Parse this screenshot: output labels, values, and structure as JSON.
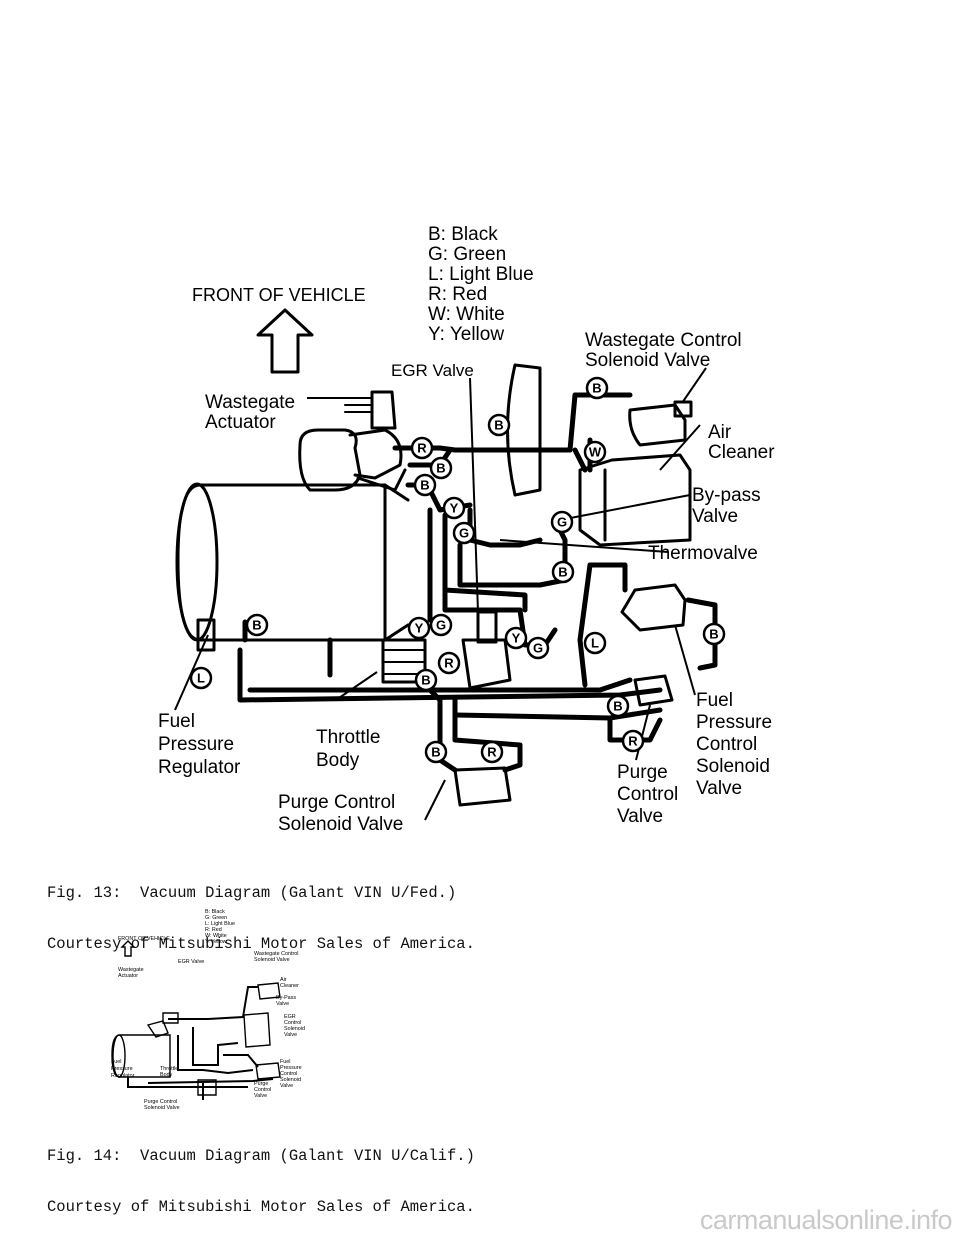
{
  "fig13": {
    "front_label": "FRONT OF VEHICLE",
    "legend": [
      "B: Black",
      "G: Green",
      "L: Light Blue",
      "R: Red",
      "W: White",
      "Y: Yellow"
    ],
    "labels": {
      "egr_valve": "EGR Valve",
      "wastegate_control_l1": "Wastegate Control",
      "wastegate_control_l2": "Solenoid Valve",
      "wastegate_actuator_l1": "Wastegate",
      "wastegate_actuator_l2": "Actuator",
      "air_cleaner_l1": "Air",
      "air_cleaner_l2": "Cleaner",
      "bypass_valve_l1": "By-pass",
      "bypass_valve_l2": "Valve",
      "thermovalve": "Thermovalve",
      "fuel_pressure_regulator_l1": "Fuel",
      "fuel_pressure_regulator_l2": "Pressure",
      "fuel_pressure_regulator_l3": "Regulator",
      "throttle_body_l1": "Throttle",
      "throttle_body_l2": "Body",
      "purge_control_solenoid_l1": "Purge Control",
      "purge_control_solenoid_l2": "Solenoid Valve",
      "fuel_pressure_control_l1": "Fuel",
      "fuel_pressure_control_l2": "Pressure",
      "fuel_pressure_control_l3": "Control",
      "fuel_pressure_control_l4": "Solenoid",
      "fuel_pressure_control_l5": "Valve",
      "purge_control_valve_l1": "Purge",
      "purge_control_valve_l2": "Control",
      "purge_control_valve_l3": "Valve"
    },
    "hose_tags": {
      "b": "B",
      "g": "G",
      "l": "L",
      "r": "R",
      "w": "W",
      "y": "Y"
    },
    "caption_line1": "Fig. 13:  Vacuum Diagram (Galant VIN U/Fed.)",
    "caption_line2": "Courtesy of Mitsubishi Motor Sales of America."
  },
  "fig14": {
    "front_label": "FRONT OF VEHICLE",
    "legend": [
      "B: Black",
      "G: Green",
      "L: Light Blue",
      "R: Red",
      "W: White",
      "Y: Yellow"
    ],
    "labels": {
      "egr_valve": "EGR Valve",
      "wastegate_control_l1": "Wastegate Control",
      "wastegate_control_l2": "Solenoid Valve",
      "wastegate_actuator_l1": "Wastegate",
      "wastegate_actuator_l2": "Actuator",
      "air_cleaner_l1": "Air",
      "air_cleaner_l2": "Cleaner",
      "bypass_valve_l1": "By-Pass",
      "bypass_valve_l2": "Valve",
      "egr_control_l1": "EGR",
      "egr_control_l2": "Control",
      "egr_control_l3": "Solenoid",
      "egr_control_l4": "Valve",
      "fuel_pressure_regulator_l1": "Fuel",
      "fuel_pressure_regulator_l2": "Pressure",
      "fuel_pressure_regulator_l3": "Regulator",
      "throttle_body_l1": "Throttle",
      "throttle_body_l2": "Body",
      "purge_control_solenoid_l1": "Purge Control",
      "purge_control_solenoid_l2": "Solenoid Valve",
      "fuel_pressure_control_l1": "Fuel",
      "fuel_pressure_control_l2": "Pressure",
      "fuel_pressure_control_l3": "Control",
      "fuel_pressure_control_l4": "Solenoid",
      "fuel_pressure_control_l5": "Valve",
      "purge_control_valve_l1": "Purge",
      "purge_control_valve_l2": "Control",
      "purge_control_valve_l3": "Valve"
    },
    "caption_line1": "Fig. 14:  Vacuum Diagram (Galant VIN U/Calif.)",
    "caption_line2": "Courtesy of Mitsubishi Motor Sales of America."
  },
  "watermark": "carmanualsonline.info"
}
